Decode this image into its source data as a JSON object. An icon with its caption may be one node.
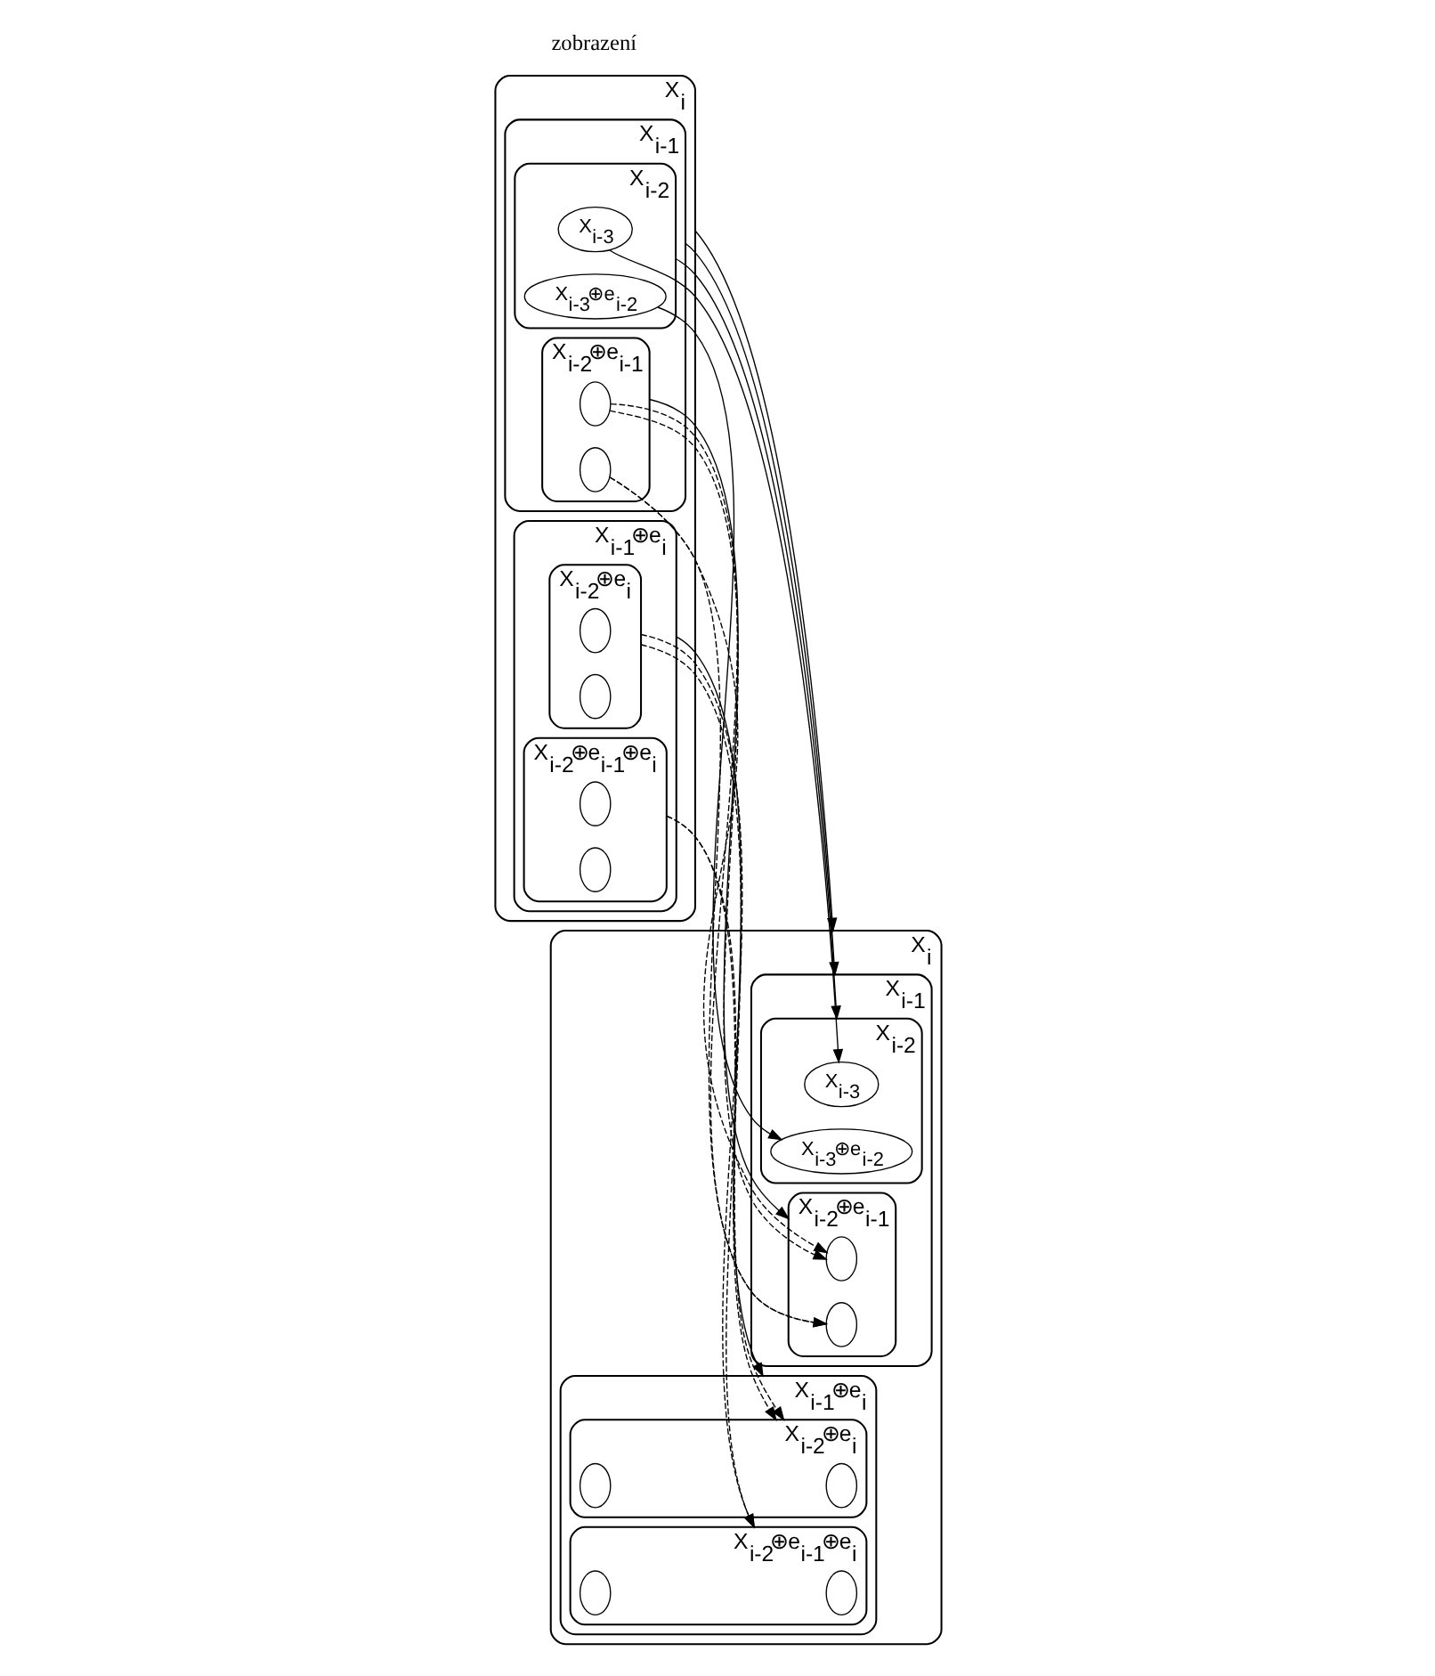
{
  "diagram": {
    "nodes": [
      {
        "text": [
          "X$_{i}$"
        ]
      },
      {
        "text": [
          "X$_{i-1}$"
        ],
        "in": 0
      },
      {
        "text": [
          "X$_{i-2}$"
        ],
        "in": 1
      },
      {
        "text": [
          "X$_{i-3}$"
        ],
        "in": 2
      },
      {
        "text": [
          "X$_{i-3}$⊕e$_{i-2}$"
        ],
        "in": 2
      },
      {
        "text": [
          "X$_{i-2}$⊕e$_{i-1}$"
        ],
        "in": 1
      },
      {
        "text": [],
        "shape": "ellipse",
        "in": 5
      },
      {
        "text": [],
        "shape": "ellipse",
        "in": 5
      },
      {
        "text": [
          "X$_{i-1}$⊕e$_{i}$"
        ],
        "in": 0
      },
      {
        "text": [
          "X$_{i-2}$⊕e$_{i}$"
        ],
        "in": 8
      },
      {
        "text": [],
        "shape": "ellipse",
        "in": 9
      },
      {
        "text": [],
        "shape": "ellipse",
        "in": 9
      },
      {
        "text": [
          "X$_{i-2}$⊕e$_{i-1}$⊕e$_{i}$"
        ],
        "in": 8
      },
      {
        "text": [],
        "shape": "ellipse",
        "in": 12
      },
      {
        "text": [],
        "shape": "ellipse",
        "in": 12
      },
      {
        "text": [
          "X$_{i}$"
        ]
      },
      {
        "text": [
          "X$_{i-1}$"
        ],
        "in": 15
      },
      {
        "text": [
          "X$_{i-2}$"
        ],
        "in": 16
      },
      {
        "text": [
          "X$_{i-3}$"
        ],
        "in": 17
      },
      {
        "text": [
          "X$_{i-3}$⊕e$_{i-2}$"
        ],
        "in": 17
      },
      {
        "text": [
          "X$_{i-2}$⊕e$_{i-1}$"
        ],
        "in": 16
      },
      {
        "text": [],
        "shape": "ellipse",
        "in": 20
      },
      {
        "text": [],
        "shape": "ellipse",
        "in": 20
      },
      {
        "text": [
          "X$_{i-1}$⊕e$_{i}$"
        ],
        "in": 15
      },
      {
        "text": [
          "X$_{i-2}$⊕e$_{i}$"
        ],
        "in": 23
      },
      {
        "text": [],
        "shape": "ellipse",
        "in": 24
      },
      {
        "text": [],
        "shape": "ellipse",
        "in": 24
      },
      {
        "text": [
          "X$_{i-2}$⊕e$_{i-1}$⊕e$_{i}$"
        ],
        "in": 23
      },
      {
        "text": [],
        "shape": "ellipse",
        "in": 27
      },
      {
        "text": [],
        "shape": "ellipse",
        "in": 27
      }
    ],
    "edges": [
      {
        "from": 3,
        "to": 18,
        "arrow": "to"
      },
      {
        "from": 2,
        "to": 17,
        "arrow": "to"
      },
      {
        "from": 4,
        "to": 19,
        "arrow": "to"
      },
      {
        "from": 1,
        "to": 16,
        "arrow": "to"
      },
      {
        "from": 6,
        "to": 21,
        "arrow": "to",
        "style": "dashed"
      },
      {
        "from": 6,
        "to": 22,
        "arrow": "to",
        "style": "dashed"
      },
      {
        "from": 5,
        "to": 20,
        "arrow": "to"
      },
      {
        "from": 7,
        "to": 21,
        "arrow": "to",
        "style": "dashed"
      },
      {
        "from": 7,
        "to": 22,
        "arrow": "to",
        "style": "dashed"
      },
      {
        "from": 0,
        "to": 15,
        "arrow": "to"
      },
      {
        "from": 9,
        "to": 24,
        "arrow": "to",
        "style": "dashed"
      },
      {
        "from": 9,
        "to": 27,
        "arrow": "to",
        "style": "dashed"
      },
      {
        "from": 8,
        "to": 23,
        "arrow": "to"
      },
      {
        "from": 12,
        "to": 24,
        "arrow": "to",
        "style": "dashed"
      },
      {
        "from": 12,
        "to": 27,
        "arrow": "to",
        "style": "dashed"
      }
    ],
    "labels": [
      "zobrazení"
    ]
  }
}
